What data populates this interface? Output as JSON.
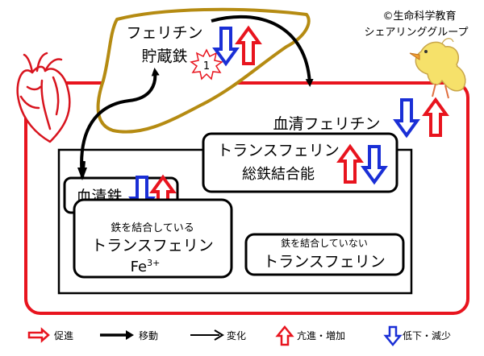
{
  "copyright": {
    "line1": "©生命科学教育",
    "line2": "シェアリンググループ"
  },
  "liver": {
    "label1": "フェリチン",
    "label2": "貯蔵鉄",
    "badge": "1"
  },
  "serum_ferritin": {
    "label": "血清フェリチン"
  },
  "transferrin_tibc": {
    "label1": "トランスフェリン",
    "label2": "総鉄結合能"
  },
  "serum_iron": {
    "label": "血清鉄"
  },
  "bound_transferrin": {
    "label1": "鉄を結合している",
    "label2": "トランスフェリン",
    "label3": "Fe",
    "label3_sup": "3+"
  },
  "unbound_transferrin": {
    "label1": "鉄を結合していない",
    "label2": "トランスフェリン"
  },
  "legend": {
    "promote": "促進",
    "move": "移動",
    "change": "変化",
    "increase": "亢進・増加",
    "decrease": "低下・減少"
  },
  "colors": {
    "body_border": "#e8141e",
    "liver_border": "#b58b12",
    "up_arrow": "#e8141e",
    "down_arrow": "#1a2fd6"
  },
  "icons": [
    "heart-icon",
    "chick-icon",
    "starburst-icon"
  ]
}
